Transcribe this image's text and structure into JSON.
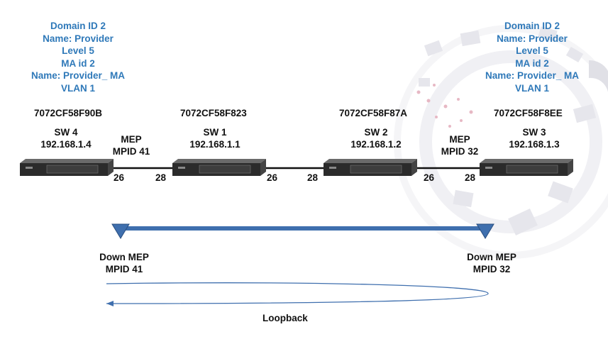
{
  "left_info": [
    "Domain ID 2",
    "Name: Provider",
    "Level  5",
    "MA id 2",
    "Name: Provider_ MA",
    "VLAN 1"
  ],
  "right_info": [
    "Domain ID 2",
    "Name: Provider",
    "Level  5",
    "MA id 2",
    "Name: Provider_ MA",
    "VLAN 1"
  ],
  "switches": [
    {
      "mac": "7072CF58F90B",
      "name": "SW 4",
      "ip": "192.168.1.4"
    },
    {
      "mac": "7072CF58F823",
      "name": "SW 1",
      "ip": "192.168.1.1"
    },
    {
      "mac": "7072CF58F87A",
      "name": "SW 2",
      "ip": "192.168.1.2"
    },
    {
      "mac": "7072CF58F8EE",
      "name": "SW 3",
      "ip": "192.168.1.3"
    }
  ],
  "mep_labels": [
    {
      "line1": "MEP",
      "line2": "MPID 41"
    },
    {
      "line1": "MEP",
      "line2": "MPID 32"
    }
  ],
  "ports": [
    "26",
    "28",
    "26",
    "28",
    "26",
    "28"
  ],
  "down_meps": [
    {
      "line1": "Down MEP",
      "line2": "MPID 41"
    },
    {
      "line1": "Down MEP",
      "line2": "MPID 32"
    }
  ],
  "loopback_label": "Loopback",
  "colors": {
    "info_text": "#2f79b9",
    "arrow": "#3f6fae",
    "switch_body": "#2b2b2b"
  }
}
